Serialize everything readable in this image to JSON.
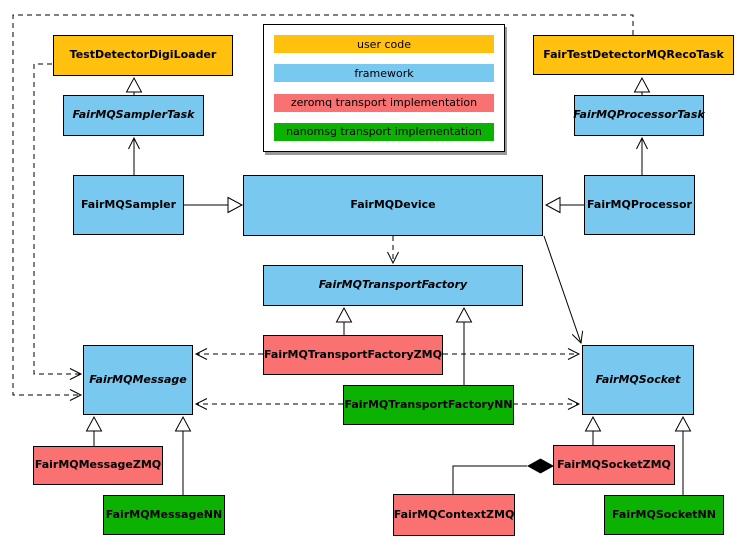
{
  "colors": {
    "user": "#FFC10D",
    "framework": "#79C8F0",
    "zeromq": "#F97171",
    "nanomsg": "#0CB201",
    "line": "#000000",
    "background": "#FFFFFF"
  },
  "legend": {
    "items": [
      {
        "key": "user",
        "label": "user code"
      },
      {
        "key": "framework",
        "label": "framework"
      },
      {
        "key": "zeromq",
        "label": "zeromq transport implementation"
      },
      {
        "key": "nanomsg",
        "label": "nanomsg transport implementation"
      }
    ]
  },
  "nodes": [
    {
      "id": "test-detector-digi-loader",
      "label": "TestDetectorDigiLoader",
      "category": "user",
      "abstract": false
    },
    {
      "id": "fair-test-detector-mq-reco-task",
      "label": "FairTestDetectorMQRecoTask",
      "category": "user",
      "abstract": false
    },
    {
      "id": "fairmq-sampler-task",
      "label": "FairMQSamplerTask",
      "category": "framework",
      "abstract": true
    },
    {
      "id": "fairmq-processor-task",
      "label": "FairMQProcessorTask",
      "category": "framework",
      "abstract": true
    },
    {
      "id": "fairmq-sampler",
      "label": "FairMQSampler",
      "category": "framework",
      "abstract": false
    },
    {
      "id": "fairmq-device",
      "label": "FairMQDevice",
      "category": "framework",
      "abstract": false
    },
    {
      "id": "fairmq-processor",
      "label": "FairMQProcessor",
      "category": "framework",
      "abstract": false
    },
    {
      "id": "fairmq-transport-factory",
      "label": "FairMQTransportFactory",
      "category": "framework",
      "abstract": true
    },
    {
      "id": "fairmq-transport-factory-zmq",
      "label": "FairMQTransportFactoryZMQ",
      "category": "zeromq",
      "abstract": false
    },
    {
      "id": "fairmq-transport-factory-nn",
      "label": "FairMQTransportFactoryNN",
      "category": "nanomsg",
      "abstract": false
    },
    {
      "id": "fairmq-message",
      "label": "FairMQMessage",
      "category": "framework",
      "abstract": true
    },
    {
      "id": "fairmq-socket",
      "label": "FairMQSocket",
      "category": "framework",
      "abstract": true
    },
    {
      "id": "fairmq-message-zmq",
      "label": "FairMQMessageZMQ",
      "category": "zeromq",
      "abstract": false
    },
    {
      "id": "fairmq-message-nn",
      "label": "FairMQMessageNN",
      "category": "nanomsg",
      "abstract": false
    },
    {
      "id": "fairmq-context-zmq",
      "label": "FairMQContextZMQ",
      "category": "zeromq",
      "abstract": false
    },
    {
      "id": "fairmq-socket-zmq",
      "label": "FairMQSocketZMQ",
      "category": "zeromq",
      "abstract": false
    },
    {
      "id": "fairmq-socket-nn",
      "label": "FairMQSocketNN",
      "category": "nanomsg",
      "abstract": false
    }
  ]
}
